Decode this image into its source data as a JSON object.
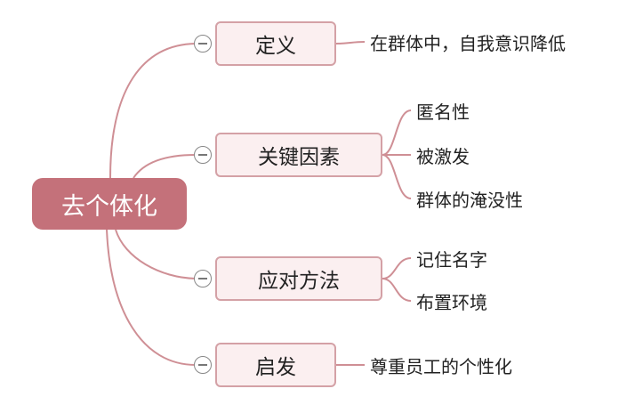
{
  "root": {
    "label": "去个体化"
  },
  "branches": [
    {
      "label": "定义",
      "leaves": [
        "在群体中，自我意识降低"
      ]
    },
    {
      "label": "关键因素",
      "leaves": [
        "匿名性",
        "被激发",
        "群体的淹没性"
      ]
    },
    {
      "label": "应对方法",
      "leaves": [
        "记住名字",
        "布置环境"
      ]
    },
    {
      "label": "启发",
      "leaves": [
        "尊重员工的个性化"
      ]
    }
  ],
  "colors": {
    "root_fill": "#c4717a",
    "branch_fill": "#fbeff0",
    "branch_border": "#d4a1a6",
    "line": "#cf8f95"
  },
  "icons": {
    "collapse": "minus-circle-icon"
  }
}
